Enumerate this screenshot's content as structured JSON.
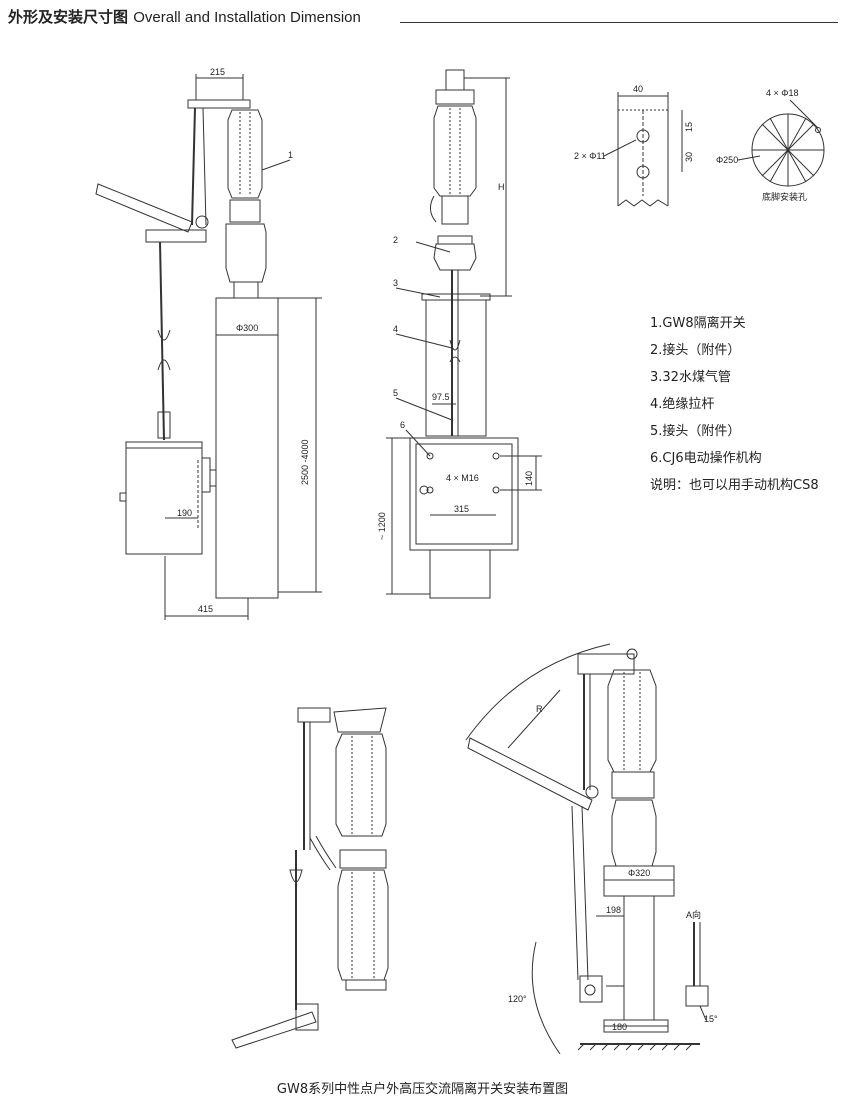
{
  "header": {
    "title_cn": "外形及安装尺寸图",
    "title_en": "Overall and Installation Dimension"
  },
  "dimensions": {
    "d215": "215",
    "d1": "1",
    "phi300": "Φ300",
    "d2500_4000": "2500 -4000",
    "d190": "190",
    "d415": "415",
    "dH": "H",
    "n2": "2",
    "n3": "3",
    "n4": "4",
    "n5": "5",
    "n6": "6",
    "d97_5": "97.5",
    "d4xM16": "4 × M16",
    "d140": "140",
    "d315": "315",
    "d1200": "~ 1200",
    "d40": "40",
    "d15": "15",
    "d30": "30",
    "d2xphi11": "2 × Φ11",
    "d4xphi18": "4 × Φ18",
    "phi250": "Φ250",
    "base_holes": "底脚安装孔",
    "dR": "R",
    "phi320": "Φ320",
    "d198": "198",
    "a_view": "A向",
    "d120deg": "120°",
    "d180": "180",
    "d15deg": "15°"
  },
  "legend": [
    "1.GW8隔离开关",
    "2.接头（附件）",
    "3.32水煤气管",
    "4.绝缘拉杆",
    "5.接头（附件）",
    "6.CJ6电动操作机构",
    "说明：也可以用手动机构CS8"
  ],
  "caption": "GW8系列中性点户外高压交流隔离开关安装布置图"
}
